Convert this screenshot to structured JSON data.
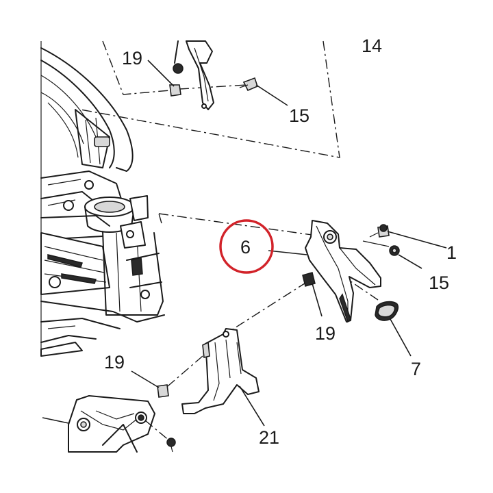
{
  "callouts": {
    "c14": "14",
    "c19_top": "19",
    "c15_top": "15",
    "c1": "1",
    "c6": "6",
    "c15_right": "15",
    "c19_mid": "19",
    "c7": "7",
    "c19_left": "19",
    "c21": "21"
  },
  "highlight": {
    "ring_color": "#d2232a",
    "highlighted_part": "6"
  }
}
